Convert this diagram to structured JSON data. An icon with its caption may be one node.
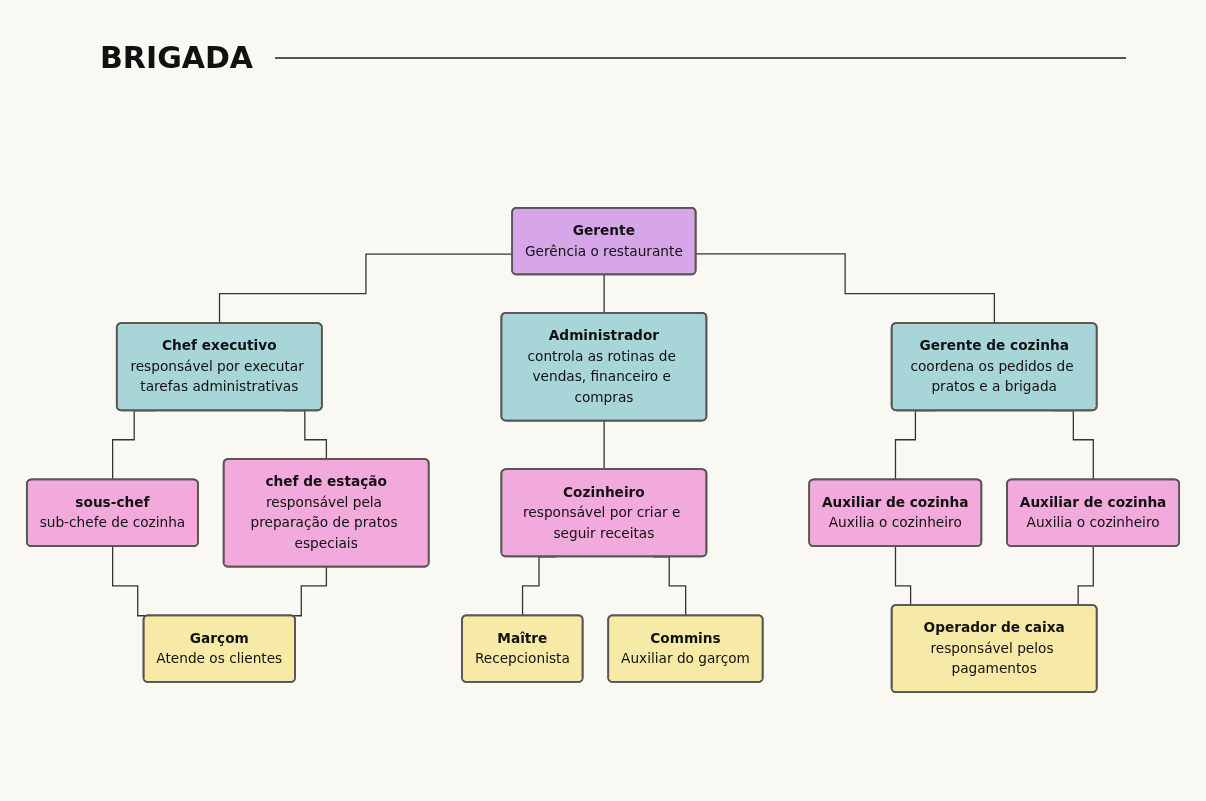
{
  "diagram": {
    "title": "BRIGADA",
    "nodes": [
      {
        "text": [
          "Gerente",
          "Gerência o restaurante"
        ]
      },
      {
        "text": [
          "Chef executivo",
          "responsável por executar tarefas administrativas"
        ]
      },
      {
        "text": [
          "Administrador",
          "controla as rotinas de vendas, financeiro e compras"
        ]
      },
      {
        "text": [
          "Gerente de cozinha",
          "coordena os pedidos de pratos e a brigada"
        ]
      },
      {
        "text": [
          "sous-chef",
          "sub-chefe de cozinha"
        ]
      },
      {
        "text": [
          "chef de estação",
          "responsável pela preparação de pratos especiais"
        ]
      },
      {
        "text": [
          "Cozinheiro",
          "responsável por criar e seguir receitas"
        ]
      },
      {
        "text": [
          "Auxiliar de cozinha",
          "Auxilia o cozinheiro"
        ]
      },
      {
        "text": [
          "Auxiliar de cozinha",
          "Auxilia o cozinheiro"
        ]
      },
      {
        "text": [
          "Garçom",
          "Atende os clientes"
        ]
      },
      {
        "text": [
          "Maître",
          "Recepcionista"
        ]
      },
      {
        "text": [
          "Commins",
          "Auxiliar do garçom"
        ]
      },
      {
        "text": [
          "Operador de caixa",
          "responsável pelos pagamentos"
        ]
      }
    ],
    "edges": [
      {
        "from": 0,
        "to": 1,
        "arrow": "none"
      },
      {
        "from": 0,
        "to": 2,
        "arrow": "none"
      },
      {
        "from": 0,
        "to": 3,
        "arrow": "none"
      },
      {
        "from": 1,
        "to": 4,
        "arrow": "none"
      },
      {
        "from": 1,
        "to": 5,
        "arrow": "none"
      },
      {
        "from": 2,
        "to": 6,
        "arrow": "none"
      },
      {
        "from": 3,
        "to": 7,
        "arrow": "none"
      },
      {
        "from": 3,
        "to": 8,
        "arrow": "none"
      },
      {
        "from": 4,
        "to": 9,
        "arrow": "none"
      },
      {
        "from": 5,
        "to": 9,
        "arrow": "none"
      },
      {
        "from": 6,
        "to": 10,
        "arrow": "none"
      },
      {
        "from": 6,
        "to": 11,
        "arrow": "none"
      },
      {
        "from": 7,
        "to": 12,
        "arrow": "none"
      },
      {
        "from": 8,
        "to": 12,
        "arrow": "none"
      }
    ]
  }
}
